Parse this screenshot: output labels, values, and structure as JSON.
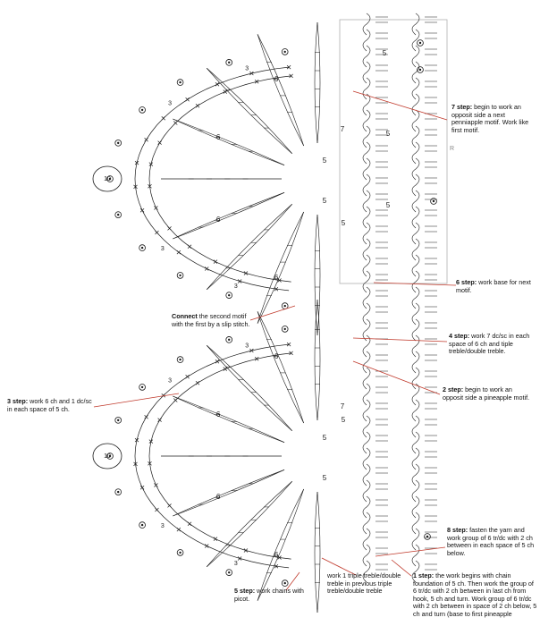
{
  "annotations": {
    "step7": {
      "title": "7 step:",
      "text": " begin to work an opposit side a next penniapple motif. Work like first motif."
    },
    "step6": {
      "title": "6 step:",
      "text": " work base for next motif."
    },
    "connect": {
      "title": "Connect",
      "text": " the second motif with the first by a slip stitch."
    },
    "step4": {
      "title": "4 step:",
      "text": " work 7 dc/sc in each space of 6 ch and tiple treble/double treble."
    },
    "step2": {
      "title": "2 step:",
      "text": " begin to work an opposit side a pineapple motif."
    },
    "step3": {
      "title": "3 step:",
      "text": " work 6 ch and 1 dc/sc in each space of 5 ch."
    },
    "step8": {
      "title": "8 step:",
      "text": " fasten the yarn and work group of 6 tr/dc with 2 ch between in each space of 5 ch below."
    },
    "step5": {
      "title": "5 step:",
      "text": " work chains with picot."
    },
    "step_triple": {
      "title": "",
      "text": "work 1 triple treble/double treble in previous triple treble/double treble"
    },
    "step1": {
      "title": "1 step:",
      "text": " the work begins with chain foundation of 5 ch. Then work the group of 6 tr/dc with 2 ch between in last ch from hook, 5 ch and turn. Work group of 6 tr/dc with 2 ch between in space of 2 ch below, 5 ch and turn (base to first pineapple"
    }
  },
  "motif_labels": {
    "ring": "10",
    "six": "6",
    "five": "5",
    "seven": "7",
    "three": "3",
    "edge_mark": "R"
  },
  "colors": {
    "ink": "#1a1a1a",
    "leader": "#c0392b",
    "frame": "#b0b0b0"
  }
}
